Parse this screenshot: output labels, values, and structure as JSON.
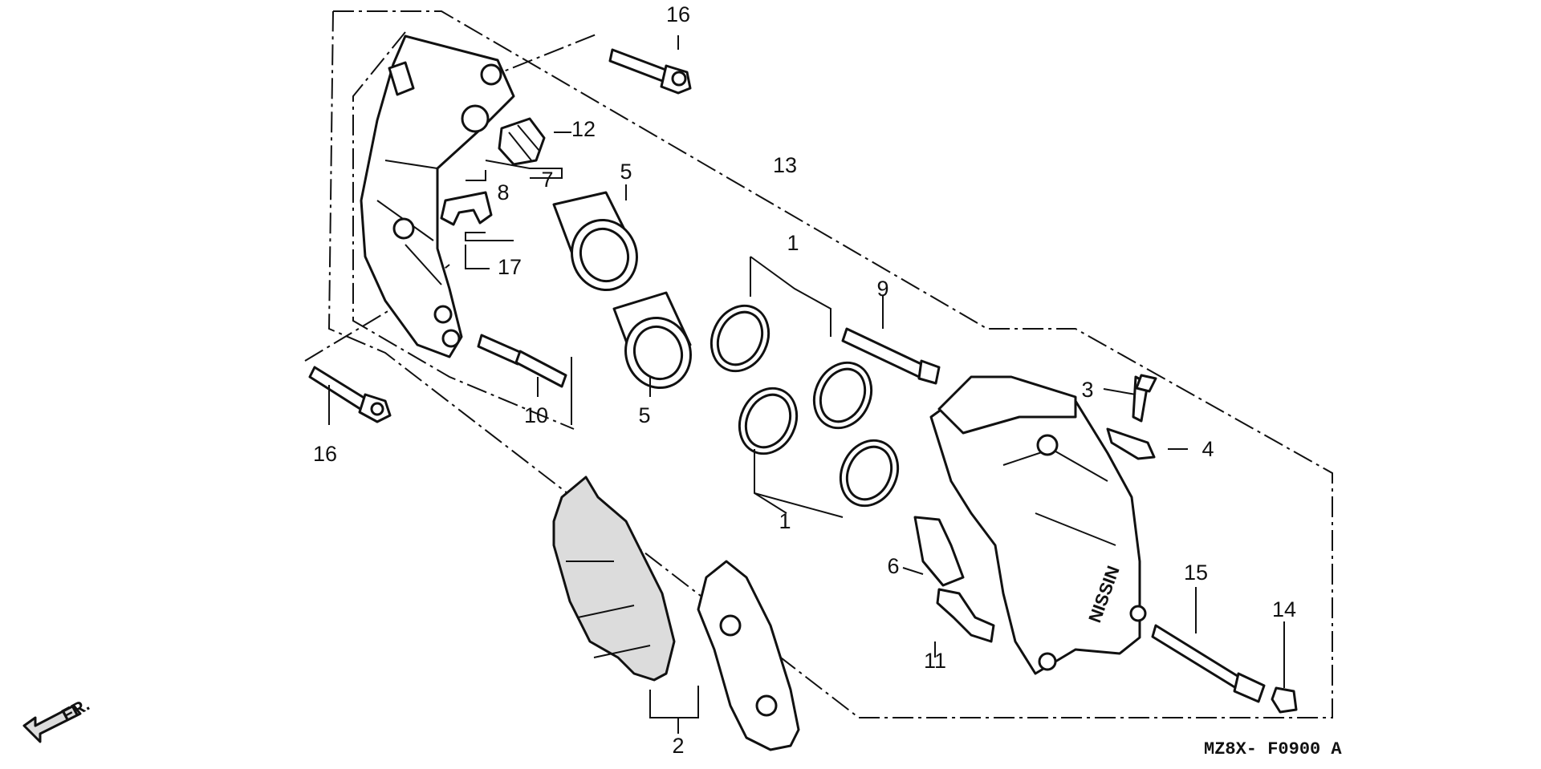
{
  "diagram": {
    "code": "MZ8X- F0900 A",
    "front_mark": "FR.",
    "caliper_brand": "NISSIN",
    "callouts": [
      {
        "id": "c16a",
        "label": "16"
      },
      {
        "id": "c12",
        "label": "12"
      },
      {
        "id": "c13",
        "label": "13"
      },
      {
        "id": "c7",
        "label": "7"
      },
      {
        "id": "c8",
        "label": "8"
      },
      {
        "id": "c5a",
        "label": "5"
      },
      {
        "id": "c1a",
        "label": "1"
      },
      {
        "id": "c17",
        "label": "17"
      },
      {
        "id": "c9",
        "label": "9"
      },
      {
        "id": "c10",
        "label": "10"
      },
      {
        "id": "c5b",
        "label": "5"
      },
      {
        "id": "c3",
        "label": "3"
      },
      {
        "id": "c4",
        "label": "4"
      },
      {
        "id": "c16b",
        "label": "16"
      },
      {
        "id": "c1b",
        "label": "1"
      },
      {
        "id": "c6",
        "label": "6"
      },
      {
        "id": "c15",
        "label": "15"
      },
      {
        "id": "c14",
        "label": "14"
      },
      {
        "id": "c11",
        "label": "11"
      },
      {
        "id": "c2",
        "label": "2"
      }
    ]
  }
}
